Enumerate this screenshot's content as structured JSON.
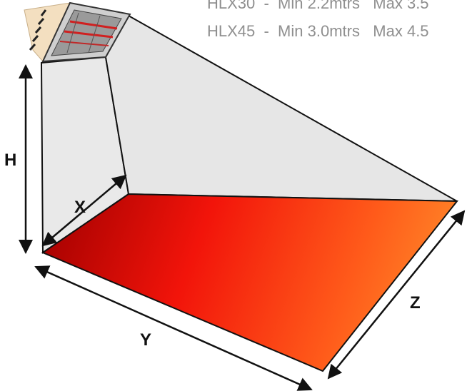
{
  "specs": [
    "HLX30  -  Min 2.2mtrs   Max 3.5",
    "HLX45  -  Min 3.0mtrs   Max 4.5"
  ],
  "dimensions": {
    "height": "H",
    "depth": "X",
    "width": "Y",
    "length": "Z"
  },
  "colors": {
    "floor_dark": "#a30000",
    "floor_mid": "#f2140a",
    "floor_light": "#ff9a2e",
    "beam_fill": "#e8e8e8",
    "outline": "#111111",
    "spec_text": "#8f8f8f"
  },
  "heater_icon": "radiant-heater-icon"
}
